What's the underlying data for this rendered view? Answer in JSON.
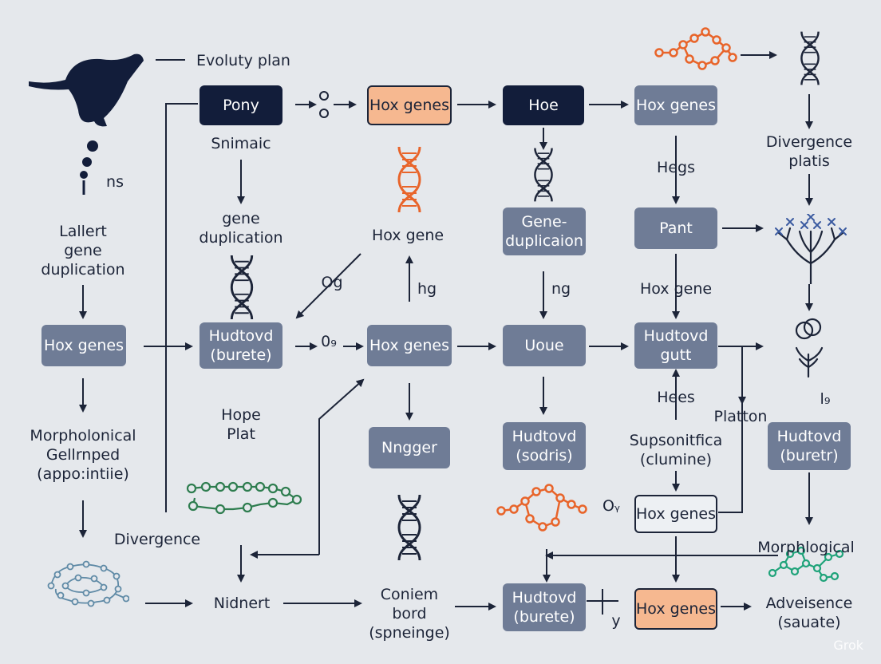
{
  "colors": {
    "background": "#e5e8ec",
    "dark_node": "#121d3a",
    "slate_node": "#6f7c96",
    "highlight_node": "#f6b890",
    "accent_orange": "#e8642a",
    "accent_green": "#2e7d4f",
    "accent_teal": "#1fa37a",
    "line": "#1c2438"
  },
  "diagram": {
    "nodes": [
      {
        "id": "pony",
        "text": "Pony",
        "style": "dark"
      },
      {
        "id": "hox1",
        "text": "Hox genes",
        "style": "peach"
      },
      {
        "id": "hoe",
        "text": "Hoe",
        "style": "dark"
      },
      {
        "id": "hox2",
        "text": "Hox genes",
        "style": "slate"
      },
      {
        "id": "gene-dup",
        "text": "Gene-\nduplicaion",
        "style": "slate"
      },
      {
        "id": "pant",
        "text": "Pant",
        "style": "slate"
      },
      {
        "id": "hox-left",
        "text": "Hox genes",
        "style": "slate"
      },
      {
        "id": "hudtovd-burete",
        "text": "Hudtovd\n(burete)",
        "style": "slate"
      },
      {
        "id": "hox-mid",
        "text": "Hox genes",
        "style": "slate"
      },
      {
        "id": "uoue",
        "text": "Uoue",
        "style": "slate"
      },
      {
        "id": "hudtovd-gutt",
        "text": "Hudtovd\ngutt",
        "style": "slate"
      },
      {
        "id": "nngger",
        "text": "Nngger",
        "style": "slate"
      },
      {
        "id": "hudtovd-sodris",
        "text": "Hudtovd\n(sodris)",
        "style": "slate"
      },
      {
        "id": "hox-outline",
        "text": "Hox genes",
        "style": "outline"
      },
      {
        "id": "hudtovd-buretr",
        "text": "Hudtovd\n(buretr)",
        "style": "slate"
      },
      {
        "id": "hudtovd-bottom",
        "text": "Hudtovd\n(burete)",
        "style": "slate"
      },
      {
        "id": "hox-bottom",
        "text": "Hox genes",
        "style": "peach"
      }
    ],
    "labels": [
      {
        "id": "evoluty-plan",
        "text": "Evoluty plan"
      },
      {
        "id": "ns",
        "text": "ns"
      },
      {
        "id": "snimaic",
        "text": "Snimaic"
      },
      {
        "id": "divergence-platis",
        "text": "Divergence\nplatis"
      },
      {
        "id": "hegs",
        "text": "Hegs"
      },
      {
        "id": "gene-duplication",
        "text": "gene\nduplication"
      },
      {
        "id": "lallert",
        "text": "Lallert\ngene\nduplication"
      },
      {
        "id": "hox-gene-1",
        "text": "Hox gene"
      },
      {
        "id": "og",
        "text": "Og"
      },
      {
        "id": "hg",
        "text": "hg"
      },
      {
        "id": "ng",
        "text": "ng"
      },
      {
        "id": "hox-gene-2",
        "text": "Hox gene"
      },
      {
        "id": "zero-b",
        "text": "0₉"
      },
      {
        "id": "hees",
        "text": "Hees"
      },
      {
        "id": "platton",
        "text": "Platton"
      },
      {
        "id": "l-sub",
        "text": "l₉"
      },
      {
        "id": "morpholonical",
        "text": "Morpholonical\nGellrnped\n(appo:intiie)"
      },
      {
        "id": "hope-plat",
        "text": "Hope\nPlat"
      },
      {
        "id": "supsonitfica",
        "text": "Supsonitfica\n(clumine)"
      },
      {
        "id": "oy",
        "text": "Oᵧ"
      },
      {
        "id": "divergence",
        "text": "Divergence"
      },
      {
        "id": "morphlogical",
        "text": "Morphlogical"
      },
      {
        "id": "nidnert",
        "text": "Nidnert"
      },
      {
        "id": "coniem",
        "text": "Coniem\nbord\n(spneinge)"
      },
      {
        "id": "y-mark",
        "text": "y"
      },
      {
        "id": "adveisence",
        "text": "Adveisence\n(sauate)"
      }
    ]
  },
  "icons": {
    "animal": "rodent-silhouette-icon",
    "dots": "vertical-dots-icon",
    "dna": "dna-helix-icon",
    "network": "molecule-network-icon",
    "tree": "branching-tree-icon",
    "rings": "interlocked-rings-icon"
  },
  "watermark": "Grok"
}
